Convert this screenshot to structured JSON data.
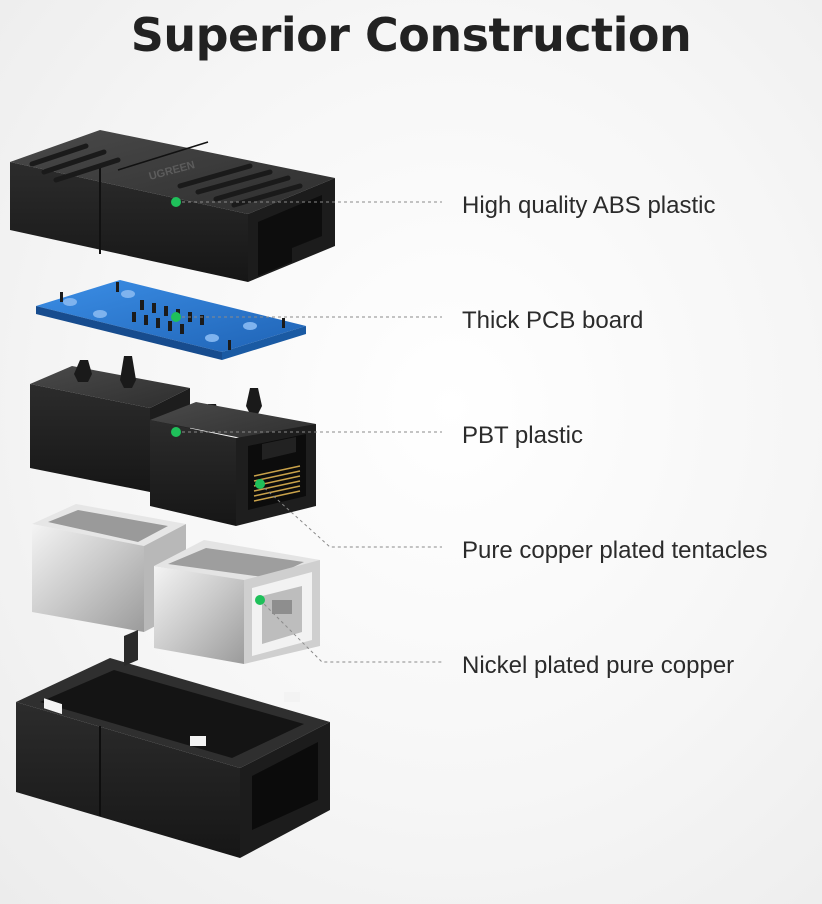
{
  "title": "Superior Construction",
  "callouts": [
    {
      "label": "High quality ABS plastic"
    },
    {
      "label": "Thick PCB board"
    },
    {
      "label": "PBT plastic"
    },
    {
      "label": "Pure copper plated tentacles"
    },
    {
      "label": "Nickel plated pure copper"
    }
  ],
  "brand_mark": "UGREEN",
  "colors": {
    "dot": "#1fc05a",
    "leader": "#8a8a8a",
    "plastic": "#2a2a2a",
    "pcb": "#2f7fd6",
    "metal": "#d8d8d8"
  }
}
